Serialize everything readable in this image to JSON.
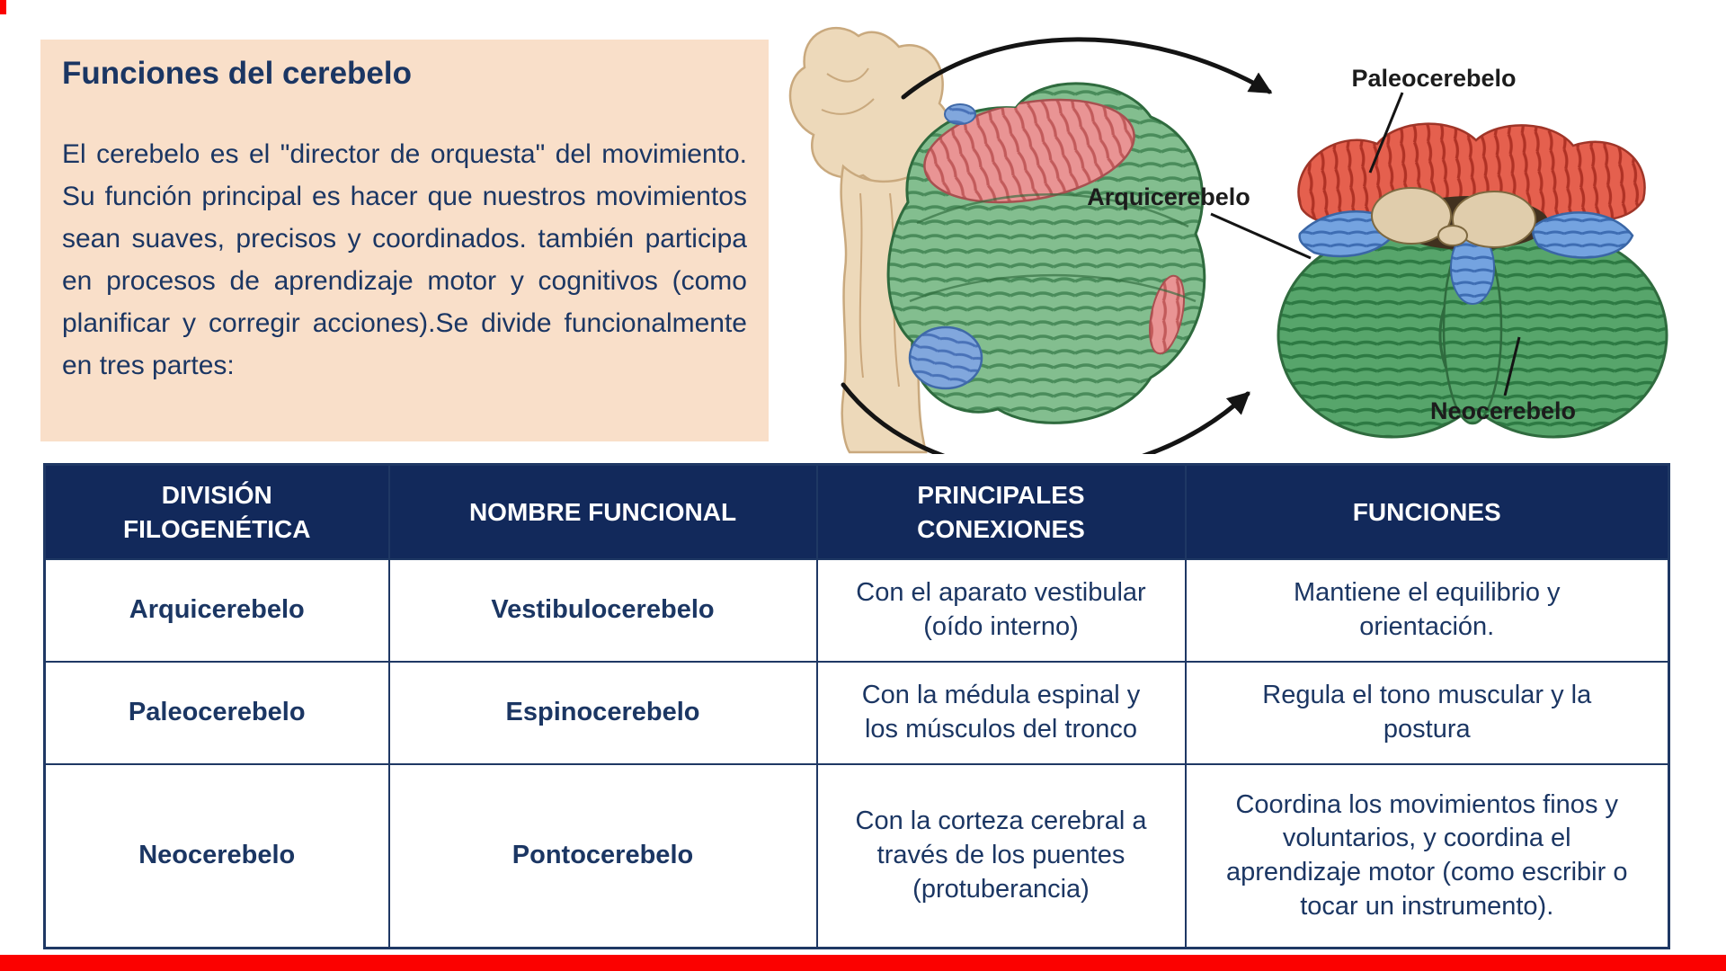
{
  "slide": {
    "info_box": {
      "title": "Funciones del cerebelo",
      "body": "El cerebelo es el \"director de orquesta\" del movimiento. Su función principal es hacer que nuestros movimientos sean suaves, precisos y coordinados. también participa en procesos de aprendizaje motor y cognitivos (como planificar y corregir acciones).Se divide funcionalmente en tres partes:"
    },
    "illustration": {
      "labels": {
        "arquicerebelo": "Arquicerebelo",
        "paleocerebelo": "Paleocerebelo",
        "neocerebelo": "Neocerebelo"
      }
    },
    "table": {
      "headers": {
        "division": "DIVISIÓN\nFILOGENÉTICA",
        "nombre": "NOMBRE FUNCIONAL",
        "conexiones": "PRINCIPALES\nCONEXIONES",
        "funciones": "FUNCIONES"
      },
      "rows": [
        {
          "division": "Arquicerebelo",
          "nombre": "Vestibulocerebelo",
          "conexiones": "Con el aparato vestibular (oído interno)",
          "funciones": "Mantiene el equilibrio y orientación."
        },
        {
          "division": "Paleocerebelo",
          "nombre": "Espinocerebelo",
          "conexiones": "Con la médula espinal y los músculos del tronco",
          "funciones": "Regula el tono muscular y la postura"
        },
        {
          "division": "Neocerebelo",
          "nombre": "Pontocerebelo",
          "conexiones": "Con la corteza cerebral a través de los puentes (protuberancia)",
          "funciones": "Coordina los movimientos finos y voluntarios, y coordina el aprendizaje motor (como escribir o tocar un instrumento)."
        }
      ]
    },
    "colors": {
      "header_navy": "#12295b",
      "text_navy": "#1b3663",
      "box_peach": "#f9dfc9",
      "bar_red": "#fb0100"
    }
  }
}
